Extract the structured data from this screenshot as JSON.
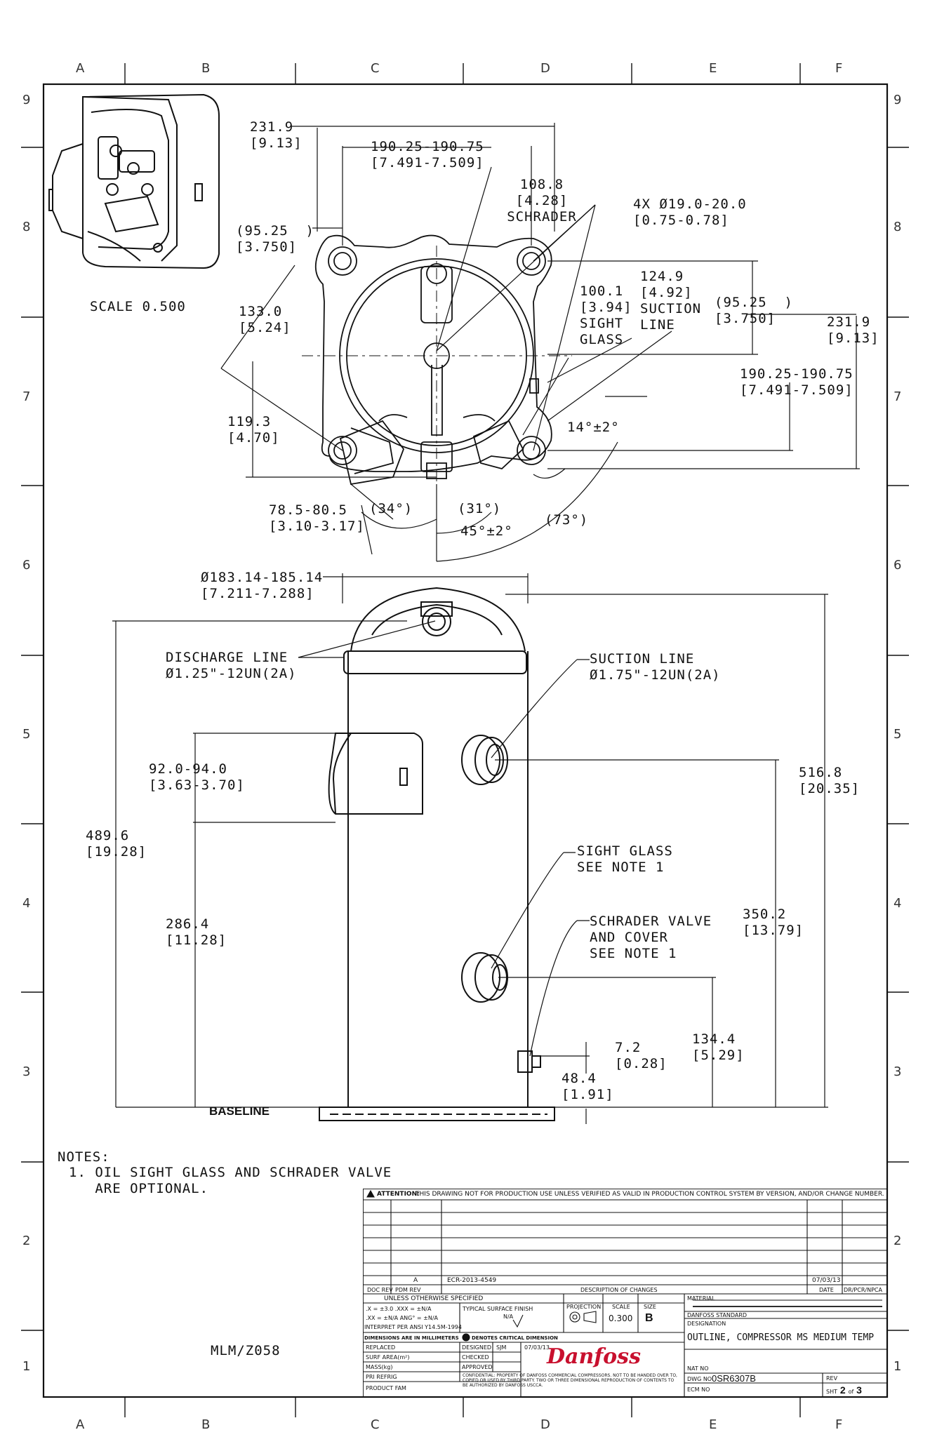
{
  "zones": {
    "cols": [
      "A",
      "B",
      "C",
      "D",
      "E",
      "F"
    ],
    "rows": [
      "9",
      "8",
      "7",
      "6",
      "5",
      "4",
      "3",
      "2",
      "1"
    ]
  },
  "detail": {
    "scale": "SCALE 0.500"
  },
  "top_view": {
    "d_231_left": "231.9\n[9.13]",
    "d_190_top": "190.25-190.75\n[7.491-7.509]",
    "d_108": "108.8\n[4.28]\nSCHRADER",
    "d_holes": "4X Ø19.0-20.0\n[0.75-0.78]",
    "d_95_left": "(95.25  )\n[3.750]",
    "d_124": "124.9\n[4.92]\nSUCTION\nLINE",
    "d_100": "100.1\n[3.94]\nSIGHT\nGLASS",
    "d_95_right": "(95.25  )\n[3.750]",
    "d_231_right": "231.9\n[9.13]",
    "d_133": "133.0\n[5.24]",
    "d_190_right": "190.25-190.75\n[7.491-7.509]",
    "d_119": "119.3\n[4.70]",
    "d_14deg": "14°±2°",
    "d_78": "78.5-80.5\n[3.10-3.17]",
    "d_34": "(34°)",
    "d_31": "(31°)",
    "d_45": "45°±2°",
    "d_73": "(73°)"
  },
  "side_view": {
    "d_dia": "Ø183.14-185.14\n[7.211-7.288]",
    "discharge": "DISCHARGE LINE\nØ1.25\"-12UN(2A)",
    "suction": "SUCTION LINE\nØ1.75\"-12UN(2A)",
    "d_92": "92.0-94.0\n[3.63-3.70]",
    "d_516": "516.8\n[20.35]",
    "d_489": "489.6\n[19.28]",
    "sight": "SIGHT GLASS\nSEE NOTE 1",
    "d_286": "286.4\n[11.28]",
    "schrader": "SCHRADER VALVE\nAND COVER\nSEE NOTE 1",
    "d_350": "350.2\n[13.79]",
    "d_134": "134.4\n[5.29]",
    "d_7": "7.2\n[0.28]",
    "d_48": "48.4\n[1.91]",
    "baseline": "BASELINE"
  },
  "notes": {
    "heading": "NOTES:",
    "n1": "1. OIL SIGHT GLASS AND SCHRADER VALVE\n   ARE OPTIONAL."
  },
  "mlm": "MLM/Z058",
  "title_block": {
    "attention_label": "ATTENTION:",
    "attention_text": "THIS DRAWING NOT FOR PRODUCTION USE UNLESS VERIFIED AS VALID IN PRODUCTION CONTROL SYSTEM BY VERSION, AND/OR CHANGE NUMBER.",
    "rev_letter": "A",
    "ecr": "ECR-2013-4549",
    "rev_date": "07/03/13",
    "hdr_doc_rev": "DOC REV",
    "hdr_pdm_rev": "PDM REV",
    "hdr_desc": "DESCRIPTION OF CHANGES",
    "hdr_date": "DATE",
    "hdr_dr": "DR/PCR/NPCA",
    "unless": "UNLESS OTHERWISE SPECIFIED",
    "tol1": ".X = ±3.0  .XXX = ±N/A",
    "tol2": ".XX = ±N/A  ANG° = ±N/A",
    "interpret": "INTERPRET PER ANSI Y14.5M-1994",
    "finish": "TYPICAL SURFACE FINISH",
    "finish_val": "N/A",
    "projection": "PROJECTION",
    "scale_label": "SCALE",
    "scale_val": "0.300",
    "size_label": "SIZE",
    "size_val": "B",
    "material": "MATERIAL",
    "standard": "DANFOSS STANDARD",
    "dims_mm": "DIMENSIONS ARE IN MILLIMETERS",
    "critical": "DENOTES CRITICAL DIMENSION",
    "designation_label": "DESIGNATION",
    "designation": "OUTLINE, COMPRESSOR MS MEDIUM TEMP",
    "replaced": "REPLACED",
    "designed": "DESIGNED",
    "designed_by": "SJM",
    "designed_date": "07/03/13",
    "surf_area": "SURF AREA(m²)",
    "checked": "CHECKED",
    "mass": "MASS(kg)",
    "approved": "APPROVED",
    "nat_no": "NAT NO",
    "pri_refrig": "PRI REFRIG",
    "confidential": "CONFIDENTIAL: PROPERTY OF DANFOSS COMMERCIAL COMPRESSORS. NOT TO BE HANDED OVER TO, COPIED OR USED BY THIRD PARTY. TWO OR THREE DIMENSIONAL REPRODUCTION OF CONTENTS TO BE AUTHORIZED BY DANFOSS USCCA.",
    "dwg_label": "DWG NO",
    "dwg_no": "0SR6307B",
    "rev_label": "REV",
    "product_fam": "PRODUCT FAM",
    "ecm_no": "ECM NO",
    "sht_label": "SHT",
    "sht_num": "2",
    "sht_of": "of",
    "sht_total": "3",
    "logo": "Danfoss"
  }
}
